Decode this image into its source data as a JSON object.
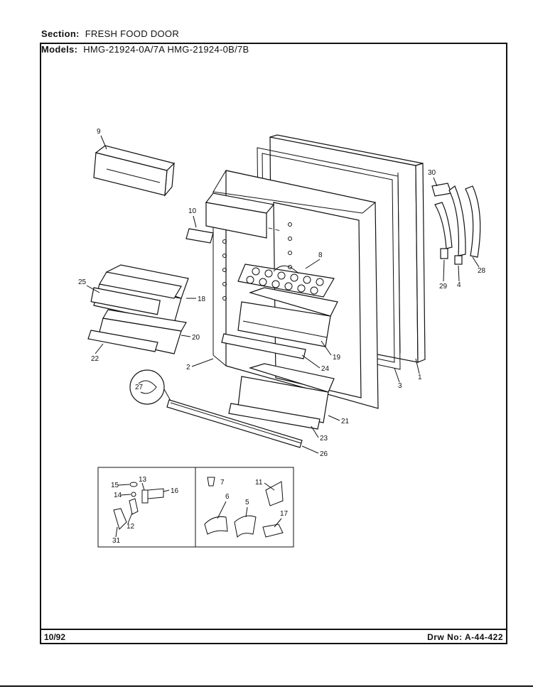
{
  "header": {
    "section_label": "Section:",
    "section_value": "FRESH FOOD DOOR",
    "models_label": "Models:",
    "models_value": "HMG-21924-0A/7A   HMG-21924-0B/7B"
  },
  "footer": {
    "date": "10/92",
    "drawing_number": "Drw No:  A-44-422"
  },
  "callouts": {
    "c1": "1",
    "c2": "2",
    "c3": "3",
    "c4": "4",
    "c5": "5",
    "c6": "6",
    "c7": "7",
    "c8": "8",
    "c9": "9",
    "c10": "10",
    "c11": "11",
    "c12": "12",
    "c13": "13",
    "c14": "14",
    "c15": "15",
    "c16": "16",
    "c17": "17",
    "c18": "18",
    "c19": "19",
    "c20": "20",
    "c21": "21",
    "c22": "22",
    "c23": "23",
    "c24": "24",
    "c25": "25",
    "c26": "26",
    "c27": "27",
    "c28": "28",
    "c29": "29",
    "c30": "30",
    "c31": "31"
  }
}
